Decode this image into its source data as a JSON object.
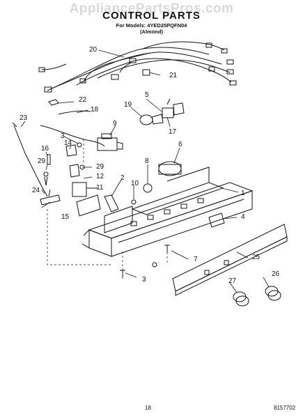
{
  "watermark": "AppliancePartsPros.com",
  "header": {
    "title": "CONTROL PARTS",
    "models": "For Models: 4YED25PQFN04",
    "color": "(Almond)"
  },
  "callouts": [
    "20",
    "21",
    "22",
    "18",
    "5",
    "19",
    "17",
    "23",
    "9",
    "3",
    "14",
    "16",
    "29",
    "29",
    "12",
    "11",
    "2",
    "10",
    "8",
    "6",
    "1",
    "24",
    "15",
    "4",
    "7",
    "3",
    "25",
    "26",
    "27"
  ],
  "footer": {
    "page": "18",
    "part_number": "8157702"
  }
}
